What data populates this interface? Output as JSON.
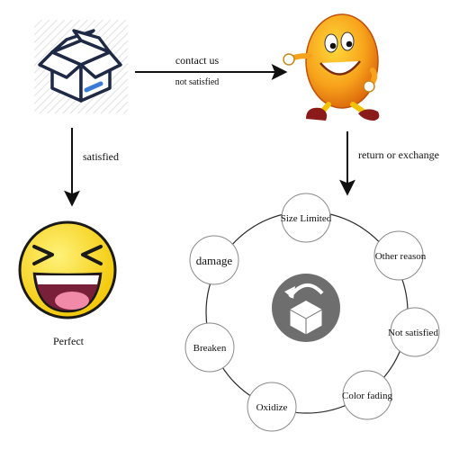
{
  "flow": {
    "box_icon": "open-cardboard-box-icon",
    "mascot_icon": "orange-egg-mascot-icon",
    "smiley_icon": "laughing-smiley-icon",
    "return_icon": "return-box-icon",
    "edge_contact_label_top": "contact us",
    "edge_contact_label_bottom": "not satisfied",
    "edge_satisfied_label": "satisfied",
    "edge_return_label": "return or exchange",
    "perfect_label": "Perfect"
  },
  "reasons": [
    "Size Limited",
    "Other reason",
    "Not satisfied",
    "Color fading",
    "Oxidize",
    "Breaken",
    "damage"
  ],
  "colors": {
    "box_outline": "#1e2a45",
    "box_stripe": "#3a7bd5",
    "mascot_orange": "#f7a21b",
    "mascot_shoe": "#8b1a1a",
    "smiley_yellow": "#f5d90a",
    "smiley_mouth": "#7a1f3a",
    "smiley_tongue": "#f08aa8",
    "center_disc": "#6e6e6e",
    "ring": "#2b2b2b"
  }
}
